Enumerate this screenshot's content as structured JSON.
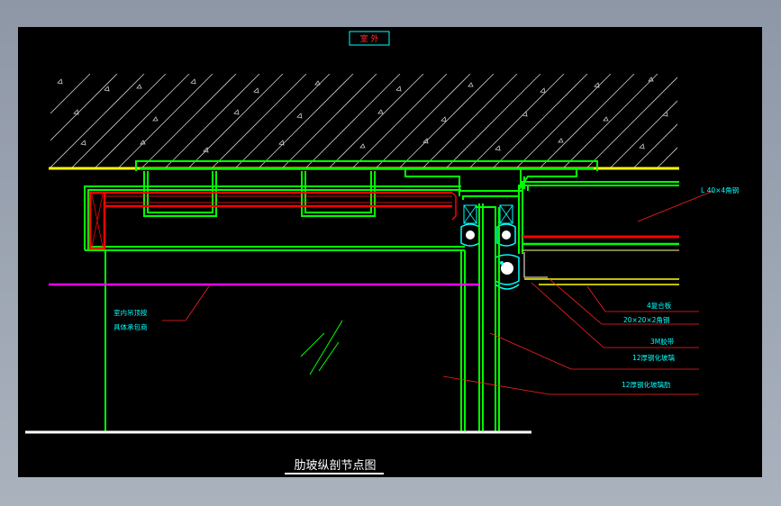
{
  "header_label": "室 外",
  "title": "肋玻纵剖节点图",
  "annotations": {
    "angle_steel": "L 40×4角钢",
    "indoor_left_1": "室内吊顶按",
    "indoor_left_2": "具体承包商",
    "composite_board": "4复合板",
    "steel_20": "20×20×2角钢",
    "tape_3m": "3M胶带",
    "glass_12": "12厚钢化玻璃",
    "rib_glass_12": "12厚钢化玻璃肋"
  },
  "colors": {
    "background": "#000000",
    "frame": "#9aa3b1",
    "green": "#00ff00",
    "red": "#ff0000",
    "yellow": "#ffff00",
    "magenta": "#ff00ff",
    "cyan": "#00ffff",
    "white": "#ffffff",
    "leader_red": "#ff2020"
  }
}
